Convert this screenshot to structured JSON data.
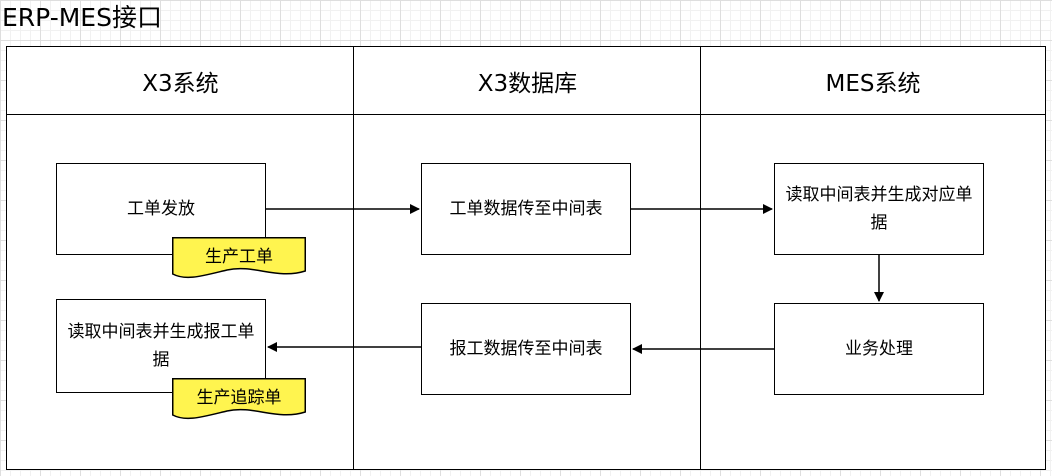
{
  "page": {
    "title": "ERP-MES接口"
  },
  "lanes": [
    {
      "id": "x3",
      "title": "X3系统"
    },
    {
      "id": "x3db",
      "title": "X3数据库"
    },
    {
      "id": "mes",
      "title": "MES系统"
    }
  ],
  "nodes": {
    "work_order_release": "工单发放",
    "work_order_to_staging": "工单数据传至中间表",
    "read_staging_create_docs": "读取中间表并生成对应单据",
    "business_processing": "业务处理",
    "report_to_staging": "报工数据传至中间表",
    "read_staging_create_report": "读取中间表并生成报工单据"
  },
  "documents": {
    "production_order": "生产工单",
    "production_tracking": "生产追踪单"
  },
  "colors": {
    "document_fill": "#fff44f",
    "line": "#000000"
  }
}
